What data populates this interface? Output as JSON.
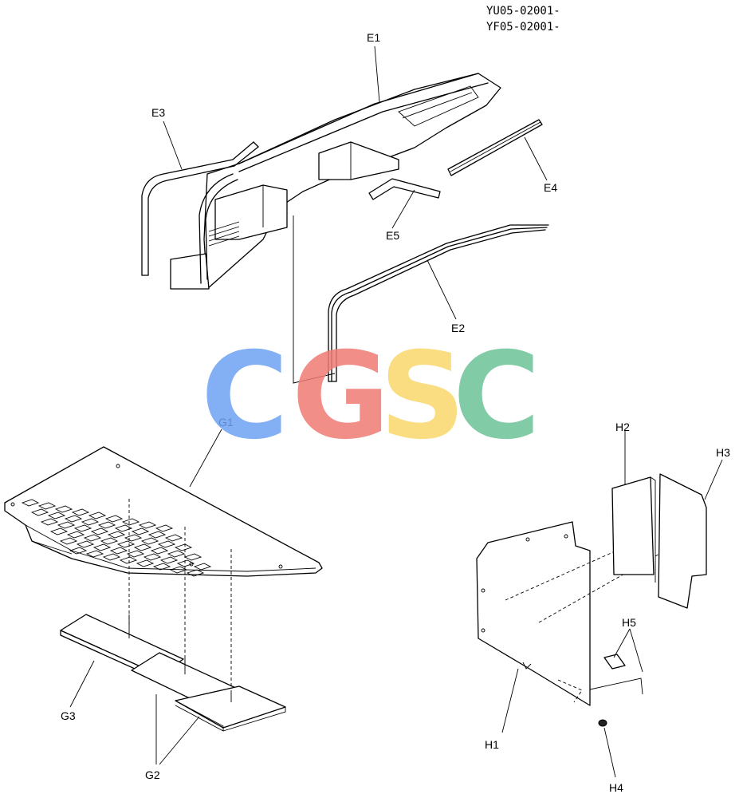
{
  "header": {
    "codes": [
      "YU05-02001-",
      "YF05-02001-"
    ]
  },
  "labels": {
    "E1": "E1",
    "E2": "E2",
    "E3": "E3",
    "E4": "E4",
    "E5": "E5",
    "G1": "G1",
    "G2": "G2",
    "G3": "G3",
    "H1": "H1",
    "H2": "H2",
    "H3": "H3",
    "H4": "H4",
    "H5": "H5"
  },
  "watermark": {
    "letters": [
      "C",
      "G",
      "S",
      "C"
    ],
    "colors": [
      "#6ea2f4",
      "#ef7b74",
      "#f9d86a",
      "#6cc397"
    ]
  }
}
